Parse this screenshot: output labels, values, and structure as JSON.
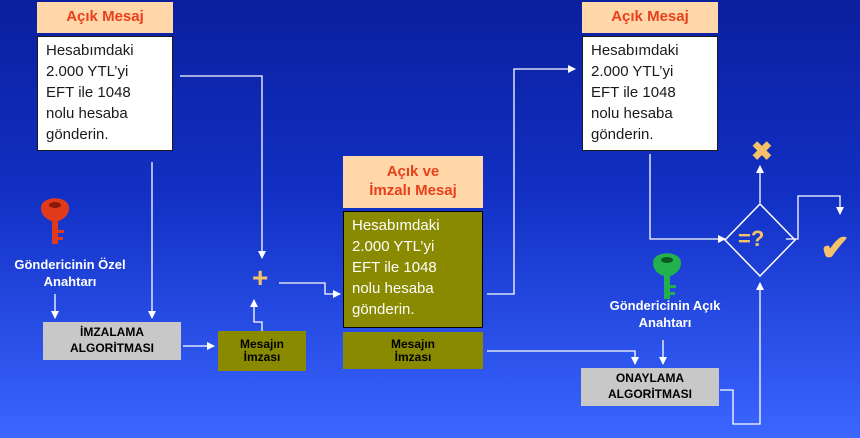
{
  "open_message_left": {
    "header": "Açık Mesaj",
    "body": "Hesabımdaki\n2.000 YTL’yi\nEFT ile 1048\nnolu hesaba\ngönderin."
  },
  "open_message_right": {
    "header": "Açık Mesaj",
    "body": "Hesabımdaki\n2.000 YTL’yi\nEFT ile 1048\nnolu hesaba\ngönderin."
  },
  "signed_message": {
    "header": "Açık ve\nİmzalı Mesaj",
    "body": "Hesabımdaki\n2.000 YTL’yi\nEFT ile 1048\nnolu hesaba\ngönderin.",
    "signature": "Mesajın\nİmzası"
  },
  "signature_box": "Mesajın\nİmzası",
  "private_key_label": "Göndericinin Özel\nAnahtarı",
  "public_key_label": "Göndericinin Açık\nAnahtarı",
  "signing_algorithm": "İMZALAMA\nALGORİTMASI",
  "verification_algorithm": "ONAYLAMA\nALGORİTMASI",
  "symbols": {
    "plus": "+",
    "compare": "=?",
    "cross": "✖",
    "check": "✔"
  },
  "colors": {
    "header_bg": "#ffd7a8",
    "header_text": "#e8401c",
    "olive": "#8a8a00",
    "grey_box": "#c8c8c8",
    "private_key": "#e03a1a",
    "public_key": "#22b14c",
    "symbol": "#f5c26a"
  },
  "icons": [
    "red-key-icon",
    "green-key-icon"
  ]
}
